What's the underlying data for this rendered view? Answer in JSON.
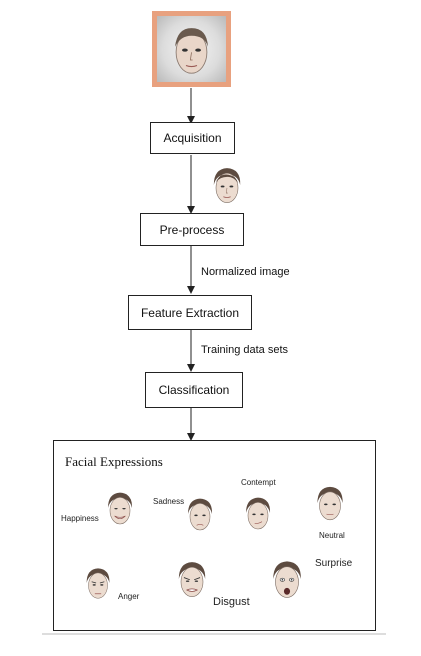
{
  "flow": {
    "steps": [
      "Acquisition",
      "Pre-process",
      "Feature Extraction",
      "Classification"
    ],
    "edge_labels": {
      "normalized": "Normalized image",
      "training": "Training data sets"
    }
  },
  "expressions_panel": {
    "title": "Facial Expressions",
    "labels": {
      "happiness": "Happiness",
      "sadness": "Sadness",
      "contempt": "Contempt",
      "neutral": "Neutral",
      "anger": "Anger",
      "disgust": "Disgust",
      "surprise": "Surprise"
    }
  },
  "colors": {
    "input_frame": "#e8a17f",
    "line": "#222222"
  }
}
